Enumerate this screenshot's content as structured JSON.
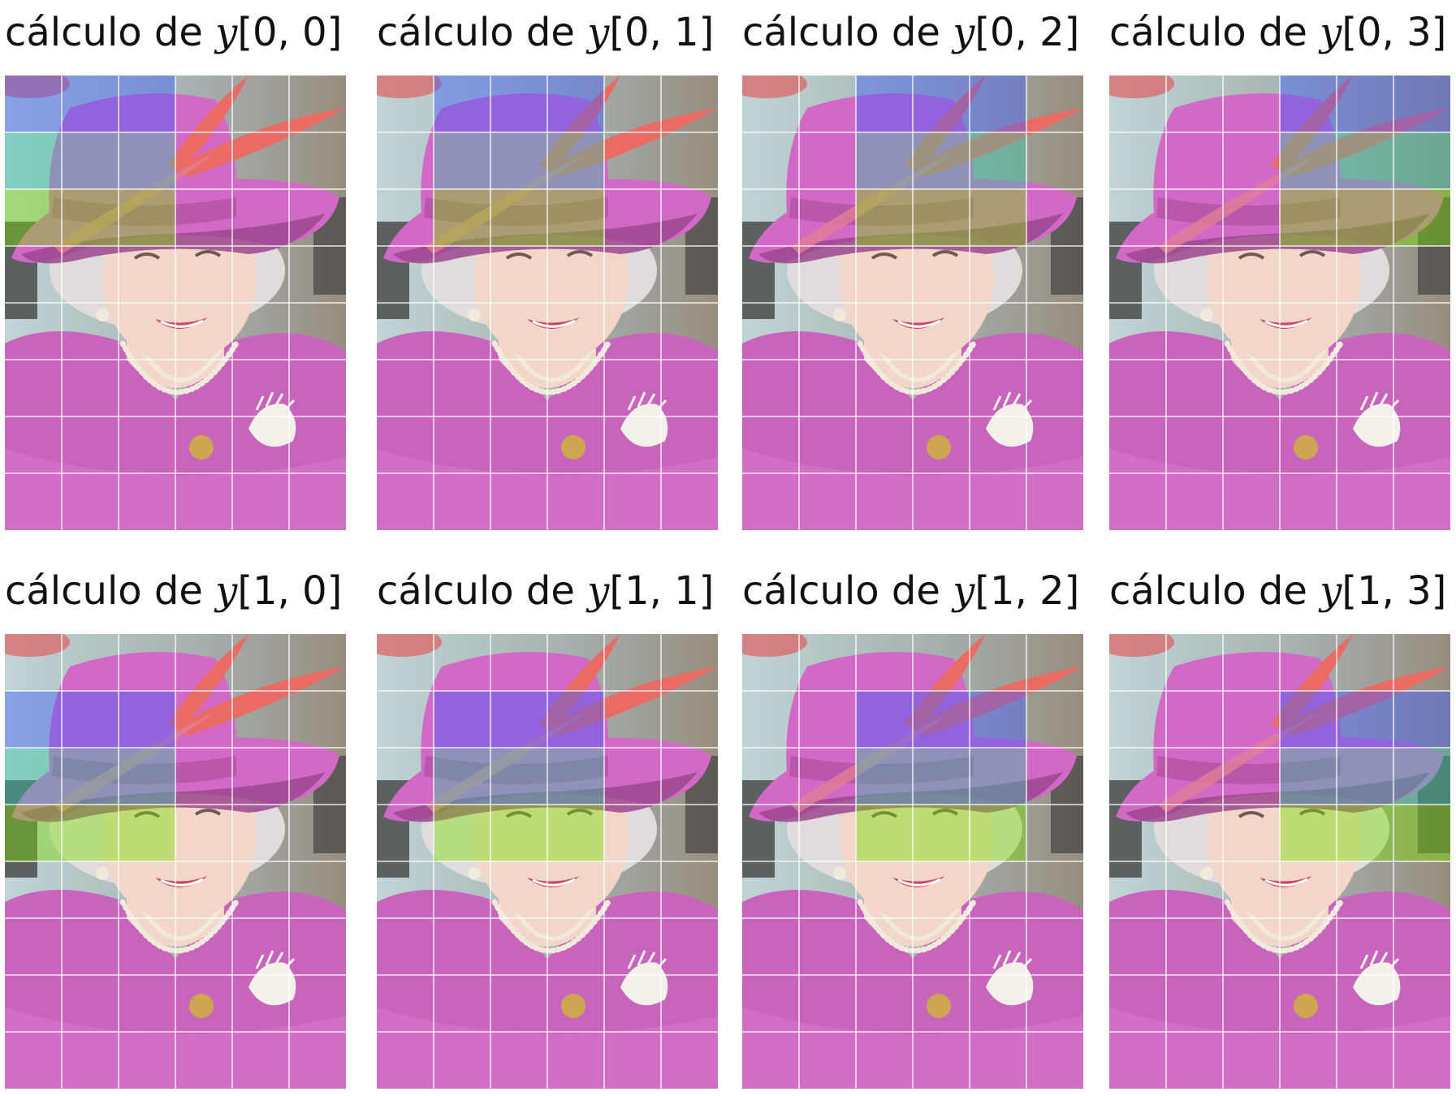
{
  "figure": {
    "title_prefix": "cálculo de",
    "variable": "y",
    "kernel_size": 3,
    "grid": {
      "columns": 6,
      "rows": 8,
      "line_color": "#ffffff"
    },
    "kernel_colors": [
      "#3b5bff",
      "#31c9a8",
      "#79e000"
    ],
    "panels": [
      {
        "label": "cálculo de",
        "var": "y",
        "index": "[0, 0]",
        "out_row": 0,
        "out_col": 0
      },
      {
        "label": "cálculo de",
        "var": "y",
        "index": "[0, 1]",
        "out_row": 0,
        "out_col": 1
      },
      {
        "label": "cálculo de",
        "var": "y",
        "index": "[0, 2]",
        "out_row": 0,
        "out_col": 2
      },
      {
        "label": "cálculo de",
        "var": "y",
        "index": "[0, 3]",
        "out_row": 0,
        "out_col": 3
      },
      {
        "label": "cálculo de",
        "var": "y",
        "index": "[1, 0]",
        "out_row": 1,
        "out_col": 0
      },
      {
        "label": "cálculo de",
        "var": "y",
        "index": "[1, 1]",
        "out_row": 1,
        "out_col": 1
      },
      {
        "label": "cálculo de",
        "var": "y",
        "index": "[1, 2]",
        "out_row": 1,
        "out_col": 2
      },
      {
        "label": "cálculo de",
        "var": "y",
        "index": "[1, 3]",
        "out_row": 1,
        "out_col": 3
      }
    ]
  },
  "photo_colors": {
    "coat": "#c24fb3",
    "hat": "#cc55c0",
    "hat_shadow": "#8e2f7f",
    "feather": "#e8564f",
    "skin": "#f1d2c2",
    "hair": "#ddd8d8",
    "background_left": "#b8cfd0",
    "background_dark": "#2a2a2a",
    "pearls": "#efe6d8",
    "button": "#c89a3a",
    "brooch": "#f2efe8",
    "lips": "#c2334b"
  }
}
